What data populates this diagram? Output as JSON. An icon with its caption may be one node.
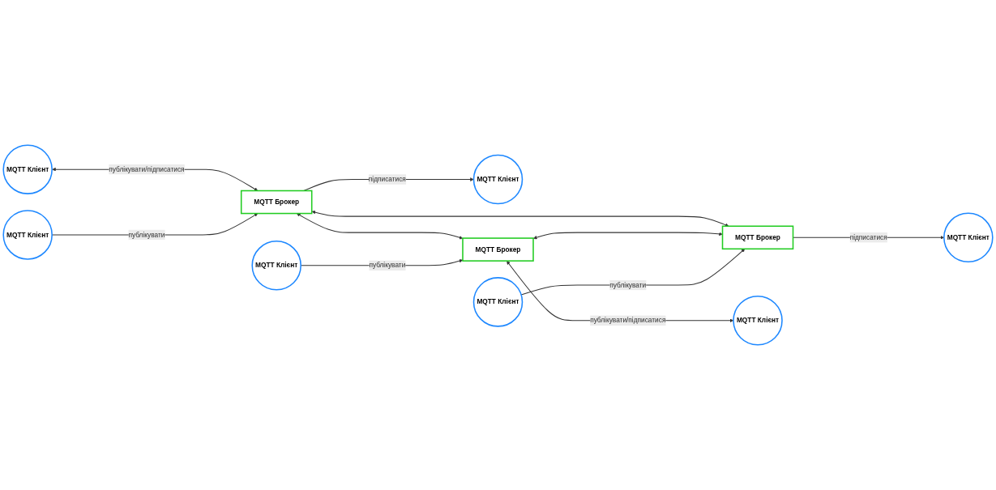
{
  "diagram": {
    "nodes": [
      {
        "text": [
          "MQTT Клієнт"
        ]
      },
      {
        "text": [
          "MQTT Клієнт"
        ]
      },
      {
        "text": [
          "MQTT Клієнт"
        ]
      },
      {
        "text": [
          "MQTT Брокер"
        ]
      },
      {
        "text": [
          "MQTT Брокер"
        ]
      },
      {
        "text": [
          "MQTT Брокер"
        ]
      },
      {
        "text": [
          "MQTT Клієнт"
        ]
      },
      {
        "text": [
          "MQTT Клієнт"
        ]
      },
      {
        "text": [
          "MQTT Клієнт"
        ]
      },
      {
        "text": [
          "MQTT Клієнт"
        ]
      }
    ],
    "edges": [
      {
        "from": 0,
        "to": 3,
        "arrow": "both",
        "label": "публікувати/підписатися"
      },
      {
        "from": 1,
        "to": 3,
        "arrow": "to",
        "label": "публікувати"
      },
      {
        "from": 3,
        "to": 2,
        "arrow": "to",
        "label": "підписатися"
      },
      {
        "from": 3,
        "to": 4,
        "arrow": "both"
      },
      {
        "from": 3,
        "to": 5,
        "arrow": "both"
      },
      {
        "from": 4,
        "to": 5,
        "arrow": "both"
      },
      {
        "from": 4,
        "to": 6,
        "arrow": "both",
        "label": "публікувати/підписатися"
      },
      {
        "from": 7,
        "to": 4,
        "arrow": "to",
        "label": "публікувати"
      },
      {
        "from": 8,
        "to": 5,
        "arrow": "to",
        "label": "публікувати"
      },
      {
        "from": 5,
        "to": 9,
        "arrow": "to",
        "label": "підписатися"
      }
    ]
  }
}
